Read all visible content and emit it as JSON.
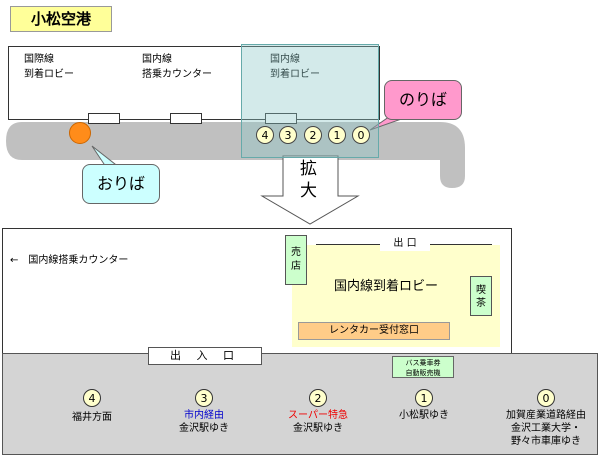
{
  "title": "小松空港",
  "terminal": {
    "intl_arrival": "国際線\n到着ロビー",
    "dom_checkin": "国内線\n搭乗カウンター",
    "dom_arrival": "国内線\n到着ロビー"
  },
  "stop_numbers": [
    "4",
    "3",
    "2",
    "1",
    "0"
  ],
  "labels": {
    "noriba": "のりば",
    "oriba": "おりば",
    "magnify": "拡\n大"
  },
  "detail": {
    "arrow_left_label": "←　国内線搭乗カウンター",
    "exit_top": "出 口",
    "shop": "売\n店",
    "lobby": "国内線到着ロビー",
    "cafe": "喫\n茶",
    "rental": "レンタカー受付窓口"
  },
  "bottom": {
    "entrance": "出 入 口",
    "bus_ticket": "バス乗車券\n自動販売機",
    "stops": [
      {
        "num": "4",
        "line1": "福井方面",
        "line1_color": "#000000",
        "line2": "",
        "line3": ""
      },
      {
        "num": "3",
        "line1": "市内経由",
        "line1_color": "#0000cc",
        "line2": "金沢駅ゆき",
        "line3": ""
      },
      {
        "num": "2",
        "line1": "スーパー特急",
        "line1_color": "#ee0000",
        "line2": "金沢駅ゆき",
        "line3": ""
      },
      {
        "num": "1",
        "line1": "小松駅ゆき",
        "line1_color": "#000000",
        "line2": "",
        "line3": ""
      },
      {
        "num": "0",
        "line1": "加賀産業道路経由",
        "line1_color": "#000000",
        "line2": "金沢工業大学・",
        "line3": "野々市車庫ゆき"
      }
    ]
  },
  "colors": {
    "title_bg": "#ffff99",
    "road": "#c0c0c0",
    "highlight": "#8cc8c8",
    "pink_bubble": "#ff99cc",
    "green_bubble": "#ccffff",
    "lobby": "#ffffcc",
    "rental": "#ffcc88",
    "bottom_bg": "#d4d4d4",
    "alighting_marker": "#ff8c1a"
  }
}
